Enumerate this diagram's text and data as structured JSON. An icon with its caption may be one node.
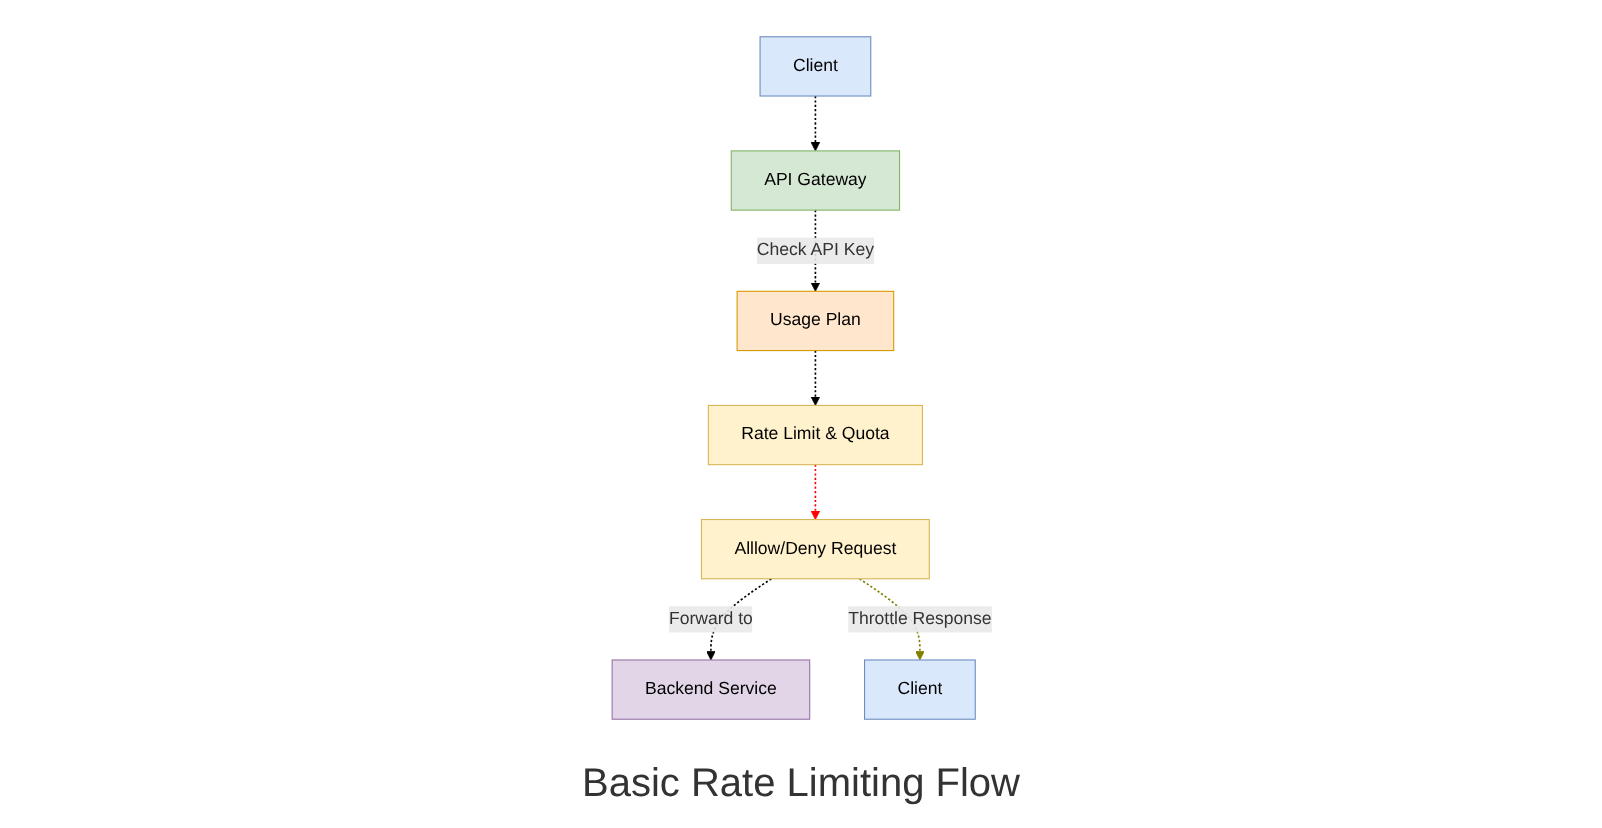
{
  "diagram": {
    "title": "Basic Rate Limiting Flow",
    "nodes": [
      {
        "text": [
          "Client"
        ]
      },
      {
        "text": [
          "API Gateway"
        ]
      },
      {
        "text": [
          "Usage Plan"
        ]
      },
      {
        "text": [
          "Rate Limit & Quota"
        ]
      },
      {
        "text": [
          "Alllow/Deny Request"
        ]
      },
      {
        "text": [
          "Backend Service"
        ]
      },
      {
        "text": [
          "Client"
        ]
      }
    ],
    "edges": [
      {
        "from": 0,
        "to": 1,
        "arrow": "to",
        "style": "dashed"
      },
      {
        "from": 1,
        "to": 2,
        "arrow": "to",
        "style": "dashed",
        "label": "Check API Key"
      },
      {
        "from": 2,
        "to": 3,
        "arrow": "to",
        "style": "dashed"
      },
      {
        "from": 3,
        "to": 4,
        "arrow": "to",
        "style": "dashed",
        "color": "#ff0000"
      },
      {
        "from": 4,
        "to": 5,
        "arrow": "to",
        "style": "dashed",
        "label": "Forward to"
      },
      {
        "from": 4,
        "to": 6,
        "arrow": "to",
        "style": "dashed",
        "label": "Throttle Response",
        "color": "#808000"
      }
    ]
  }
}
